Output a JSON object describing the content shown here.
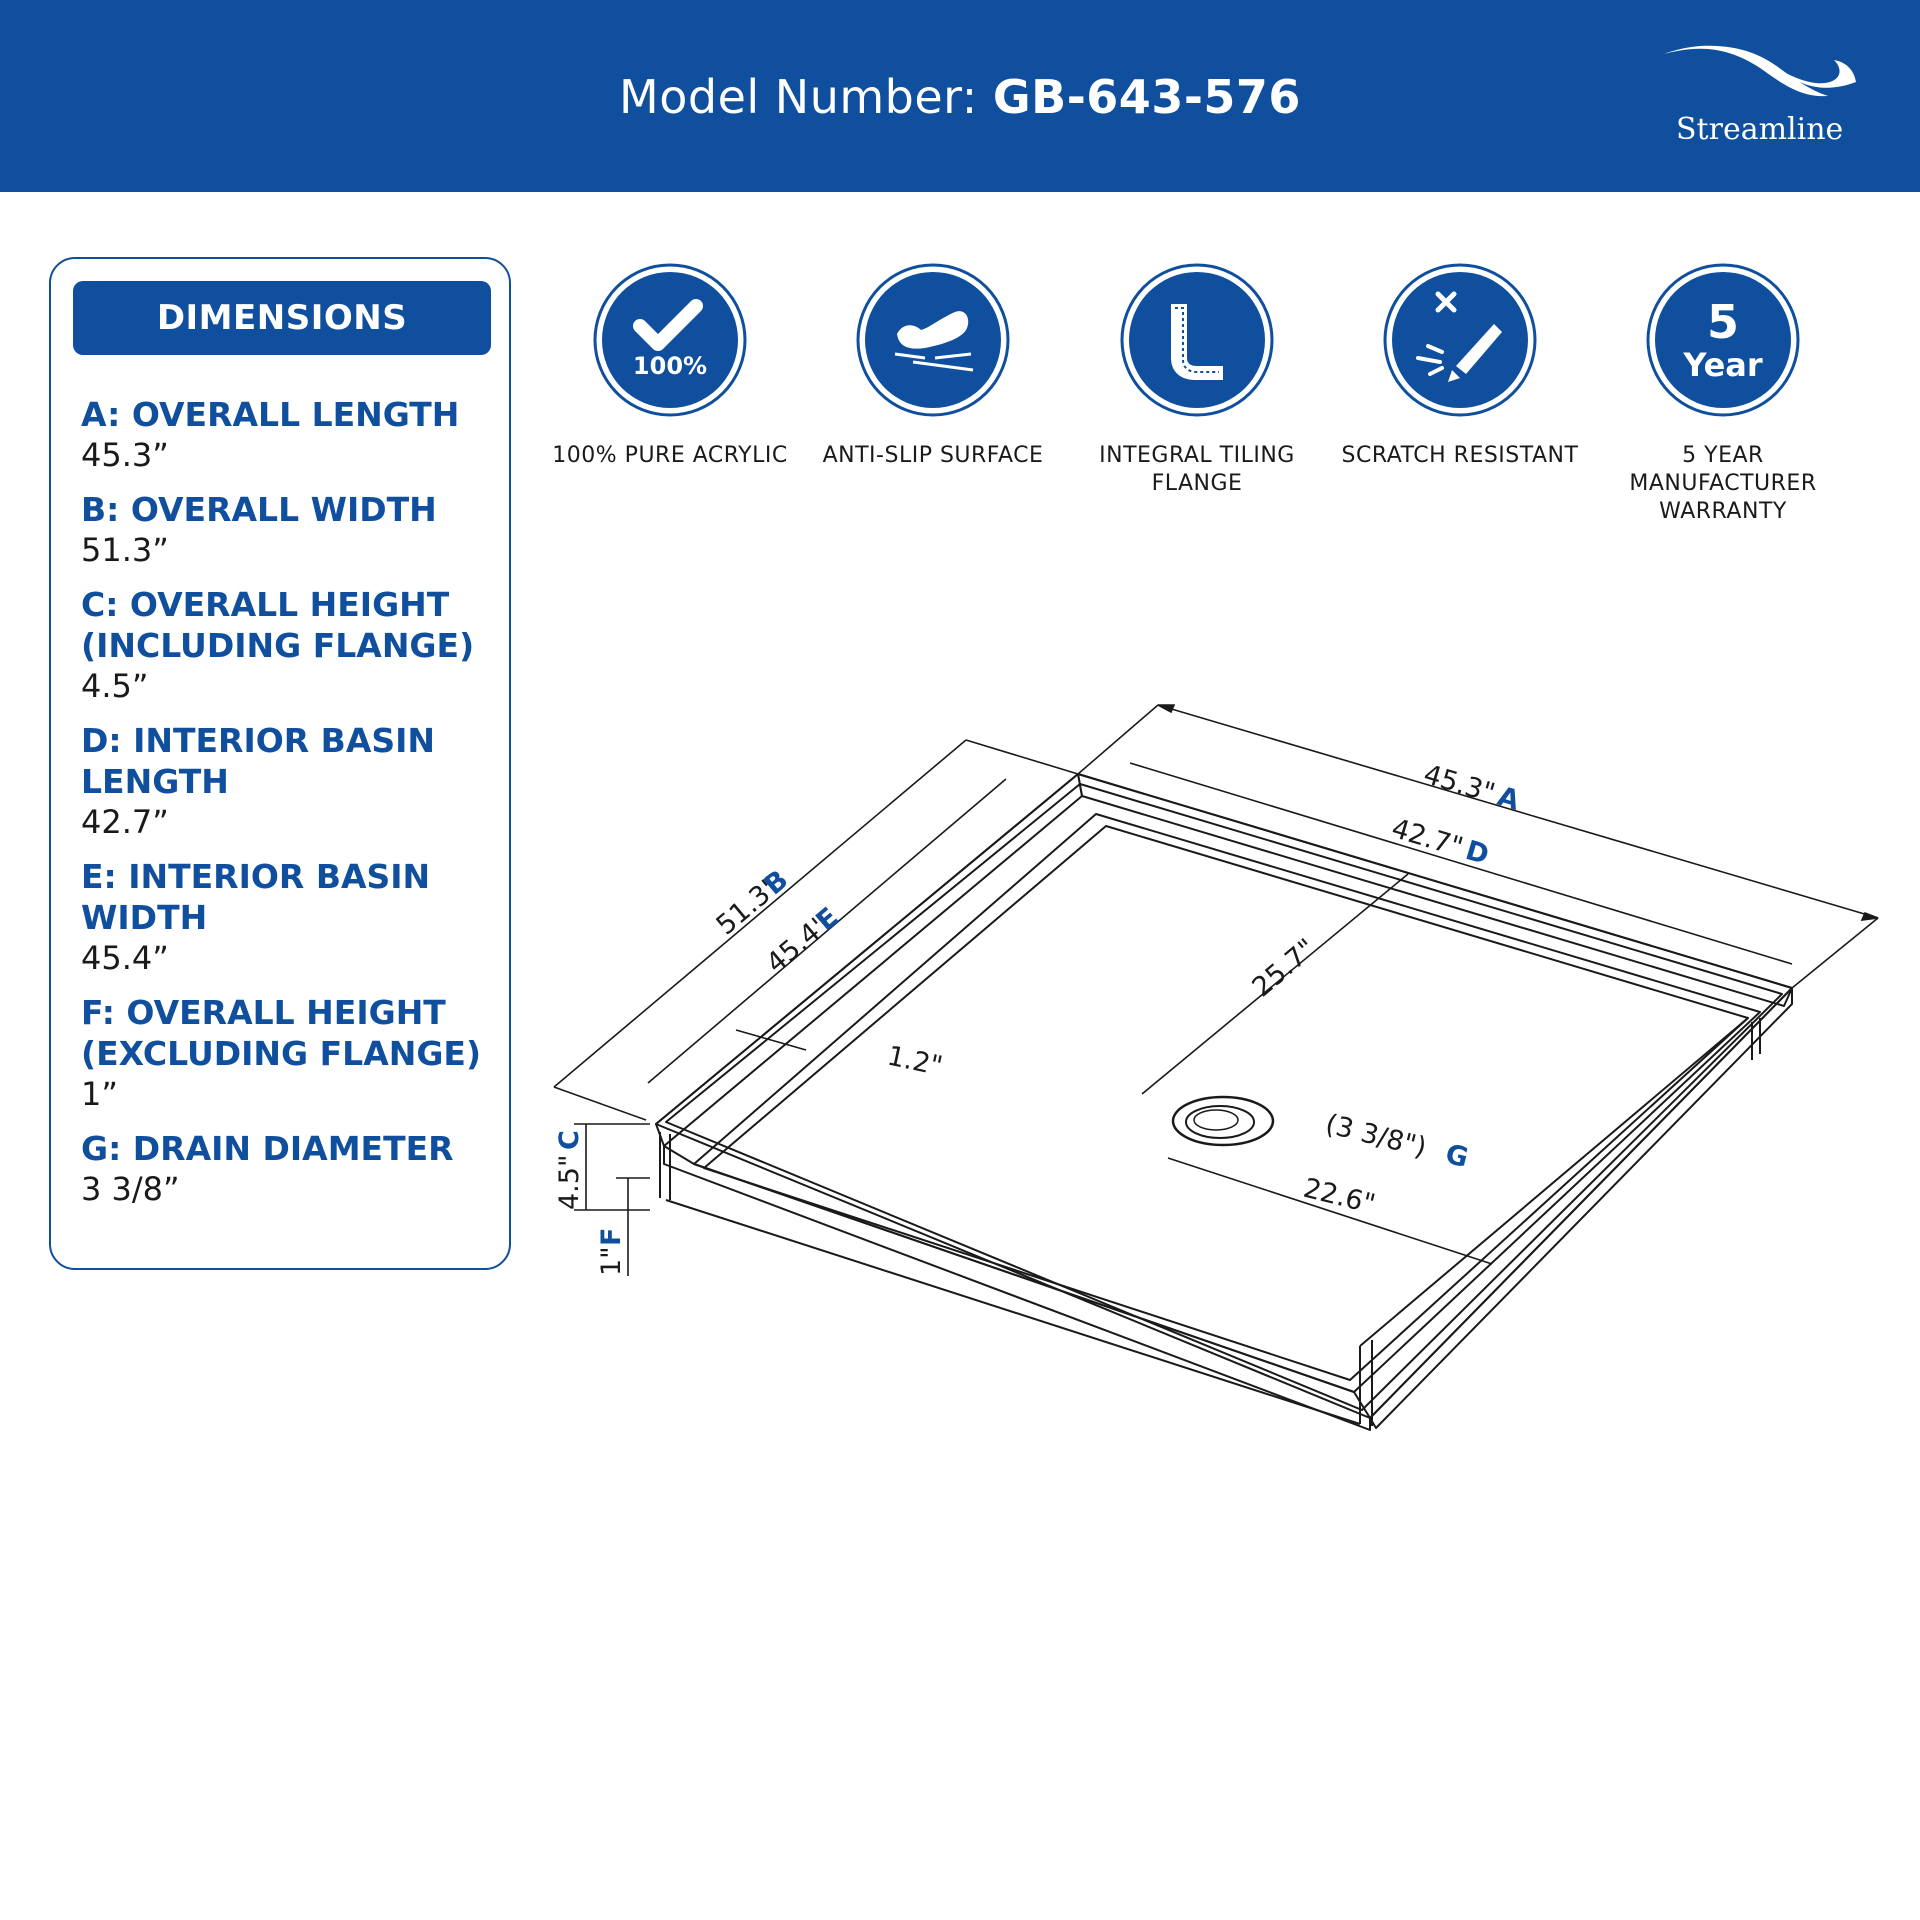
{
  "header": {
    "model_prefix": "Model Number: ",
    "model_number": "GB-643-576",
    "brand": "Streamline"
  },
  "dimensions": {
    "title": "DIMENSIONS",
    "items": [
      {
        "label": "A: OVERALL LENGTH",
        "value": "45.3”"
      },
      {
        "label": "B: OVERALL WIDTH",
        "value": "51.3”"
      },
      {
        "label": "C: OVERALL HEIGHT (INCLUDING FLANGE)",
        "value": "4.5”"
      },
      {
        "label": "D: INTERIOR BASIN LENGTH",
        "value": "42.7”"
      },
      {
        "label": "E: INTERIOR BASIN WIDTH",
        "value": "45.4”"
      },
      {
        "label": "F: OVERALL HEIGHT (EXCLUDING FLANGE)",
        "value": "1”"
      },
      {
        "label": "G: DRAIN DIAMETER",
        "value": "3 3/8”"
      }
    ]
  },
  "features": [
    {
      "icon": "checkmark-100-icon",
      "badge_text": "100%",
      "label": "100% PURE ACRYLIC"
    },
    {
      "icon": "anti-slip-shoe-icon",
      "label": "ANTI-SLIP SURFACE"
    },
    {
      "icon": "tiling-flange-icon",
      "label": "INTEGRAL TILING FLANGE"
    },
    {
      "icon": "scratch-resistant-icon",
      "label": "SCRATCH RESISTANT"
    },
    {
      "icon": "warranty-5-year-icon",
      "badge_num": "5",
      "badge_word": "Year",
      "label": "5 YEAR MANUFACTURER WARRANTY"
    }
  ],
  "diagram": {
    "a_value": "45.3\"",
    "a_letter": "A",
    "d_value": "42.7\"",
    "d_letter": "D",
    "b_value": "51.3\"",
    "b_letter": "B",
    "e_value": "45.4\"",
    "e_letter": "E",
    "depth_value": "25.7\"",
    "lip_value": "1.2\"",
    "g_value": "(3 3/8\")",
    "g_letter": "G",
    "offset_value": "22.6\"",
    "c_value": "4.5\"",
    "c_letter": "C",
    "f_value": "1\"",
    "f_letter": "F"
  },
  "colors": {
    "brand_blue": "#0f4f9d",
    "text": "#1a1a1a",
    "background": "#ffffff"
  }
}
